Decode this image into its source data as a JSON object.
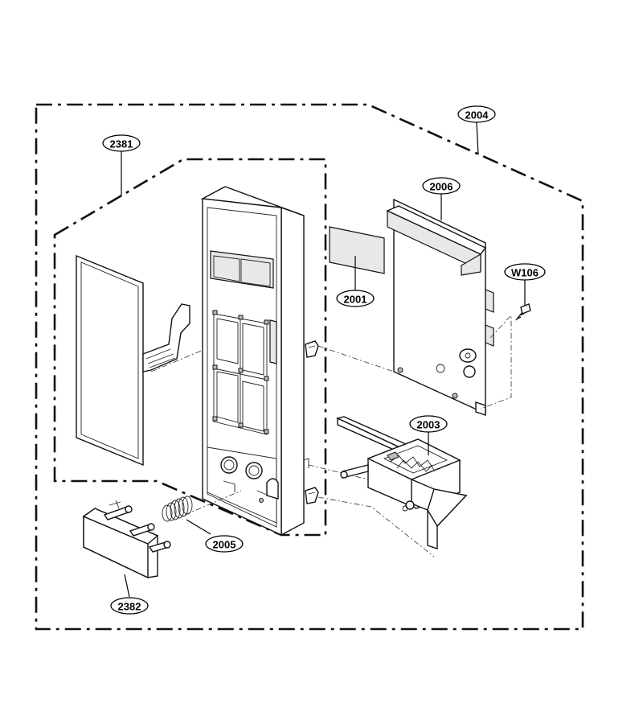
{
  "callouts": {
    "c2004": "2004",
    "c2381": "2381",
    "c2006": "2006",
    "cW106": "W106",
    "c2001": "2001",
    "c2003": "2003",
    "c2005": "2005",
    "c2382": "2382"
  }
}
